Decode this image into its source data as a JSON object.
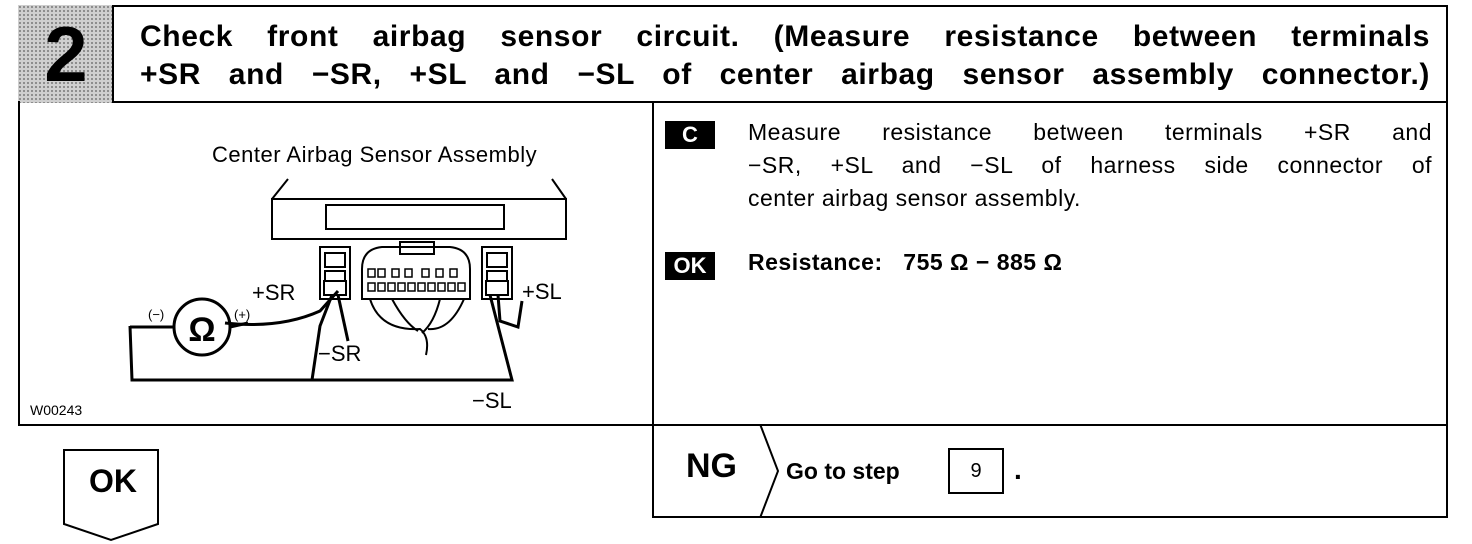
{
  "step": {
    "number": "2",
    "title_lines": [
      "Check front airbag sensor circuit. (Measure resistance between terminals",
      "+SR and −SR, +SL and −SL of center airbag sensor assembly connector.)"
    ]
  },
  "diagram": {
    "label": "Center Airbag Sensor Assembly",
    "figure_id": "W00243",
    "meter_symbol": "Ω",
    "neg_marker": "(−)",
    "pos_marker": "(+)",
    "terminals": {
      "pos_sr": "+SR",
      "neg_sr": "−SR",
      "pos_sl": "+SL",
      "neg_sl": "−SL"
    }
  },
  "instruction": {
    "tag": "C",
    "lines": [
      "Measure resistance between terminals +SR and",
      "−SR, +SL and −SL of harness side connector of",
      "center airbag sensor assembly."
    ]
  },
  "spec": {
    "tag": "OK",
    "text": "Resistance:   755 Ω − 885 Ω"
  },
  "results": {
    "ok_label": "OK",
    "ng_label": "NG",
    "goto_text": "Go to step",
    "goto_step": "9",
    "goto_suffix": "."
  }
}
